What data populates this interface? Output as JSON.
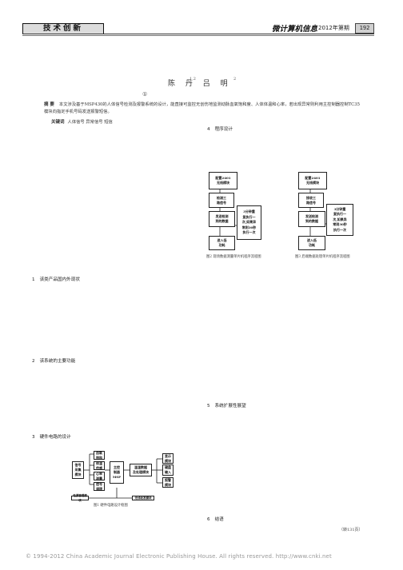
{
  "header": {
    "column_tag": "技术创新",
    "journal": "微计算机信息",
    "issue": "2012年第期",
    "page_no": "192"
  },
  "paper": {
    "authors": "陈 丹 吕 明",
    "author_sups": [
      "1,2",
      "2"
    ],
    "affiliation": "①",
    "abstract_label": "摘 要",
    "abstract": "本文涉及基于MSP430的人体信号检测及报警系统的设计，能直接可监控无创伤地监测动脉血氧饱和度、人体体温和心率，若出现异常则利用主控制器控制TC35模块向指定手机号码发送报警短信。",
    "keywords_label": "关键词",
    "keywords": "人体信号 异常信号 短信"
  },
  "sections": {
    "s1": {
      "num": "1",
      "title": "该类产品国内外现状"
    },
    "s2": {
      "num": "2",
      "title": "该系统的主要功能"
    },
    "s3": {
      "num": "3",
      "title": "硬件电路的设计"
    },
    "s4": {
      "num": "4",
      "title": "程序设计"
    },
    "s5": {
      "num": "5",
      "title": "系统扩展性展望"
    },
    "s6": {
      "num": "6",
      "title": "结语"
    }
  },
  "figure1": {
    "left_box": "信号\n采集\n模块",
    "mid_boxes": [
      "血氧\n饱和",
      "体温\n传感",
      "心率\n测量",
      "信号\n调理"
    ],
    "mcu": "主控\n制器\nMSP",
    "proc": "温湿数据\n及处理模块",
    "right_boxes": [
      "显示\n模块",
      "键盘\n输入",
      "报警\n模块"
    ],
    "bottom_left": "电源管理模块",
    "bottom_right": "无线收发模块",
    "caption": "图1 硬件电路设计框图"
  },
  "figure2": {
    "boxes": [
      "配置2401\n无线模块",
      "检测三\n路信号",
      "发送检测\n到的数据",
      "进入低\n功耗"
    ],
    "note": "3分钟重\n复执行一\n次,如果异\n常则30秒\n执行一次",
    "caption": "图2 现场数据测量单片机程序流程图"
  },
  "figure3": {
    "boxes": [
      "配置2401\n无线模块",
      "接收三\n路信号",
      "发送检测\n到的数据",
      "进入低\n功耗"
    ],
    "note": "3分钟重\n复执行一\n次,如果异\n常则30秒\n执行一次",
    "caption": "图3 后端数据处理单片机程序流程图"
  },
  "continued": "（转131页）",
  "footer": "© 1994-2012 China Academic Journal Electronic Publishing House. All rights reserved.    http://www.cnki.net"
}
